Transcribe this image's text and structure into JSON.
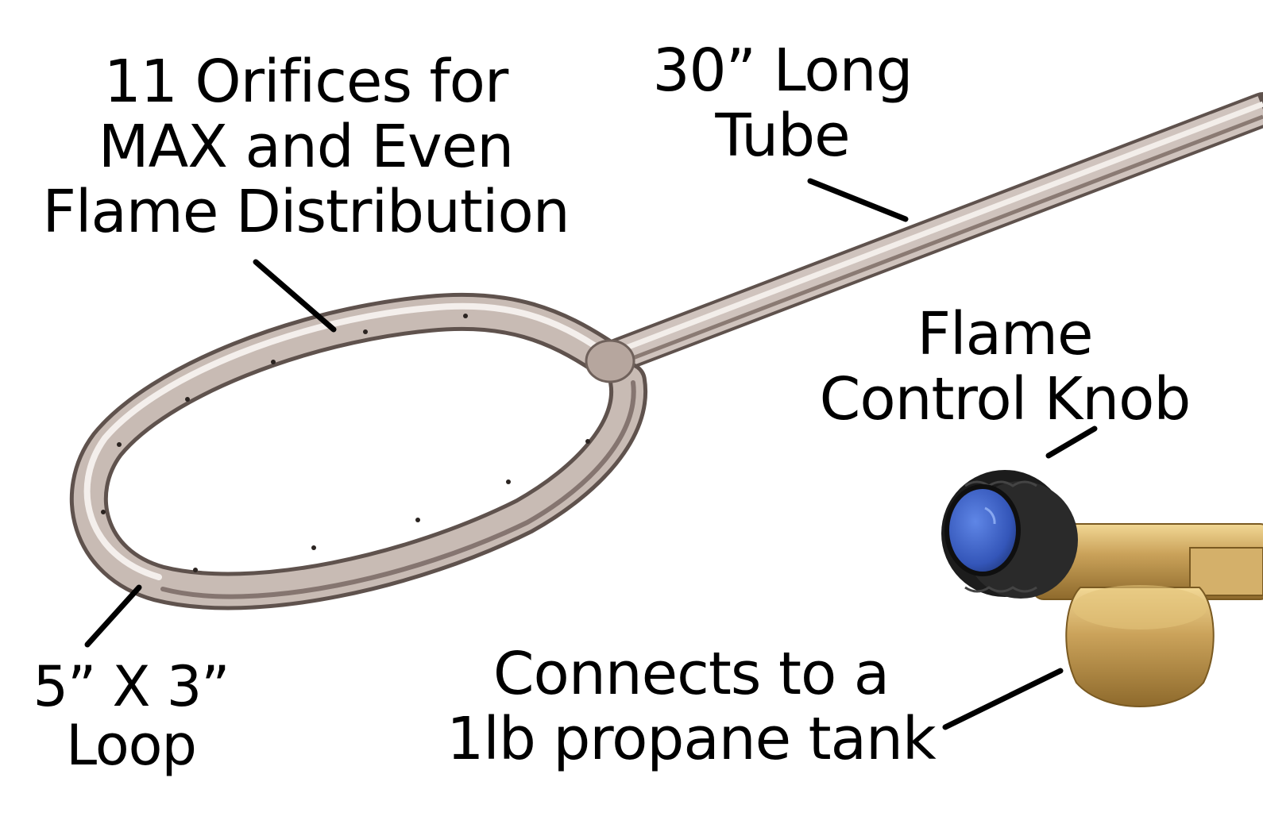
{
  "labels": {
    "orifices": {
      "line1": "11 Orifices for",
      "line2": "MAX and Even",
      "line3": "Flame Distribution"
    },
    "tube": {
      "line1": "30” Long",
      "line2": "Tube"
    },
    "knob": {
      "line1": "Flame",
      "line2": "Control Knob"
    },
    "loop": {
      "line1": "5” X 3”",
      "line2": "Loop"
    },
    "tank": {
      "line1": "Connects to a",
      "line2": "1lb propane tank"
    }
  },
  "colors": {
    "background": "#ffffff",
    "callout_line": "#000000",
    "steel_light": "#e8e0dc",
    "steel_mid": "#b4a49c",
    "steel_dark": "#7d6d66",
    "brass": "#c9a457",
    "knob_body": "#1a1a1a",
    "knob_cap": "#3a5fc4"
  },
  "orifice_count": 11
}
